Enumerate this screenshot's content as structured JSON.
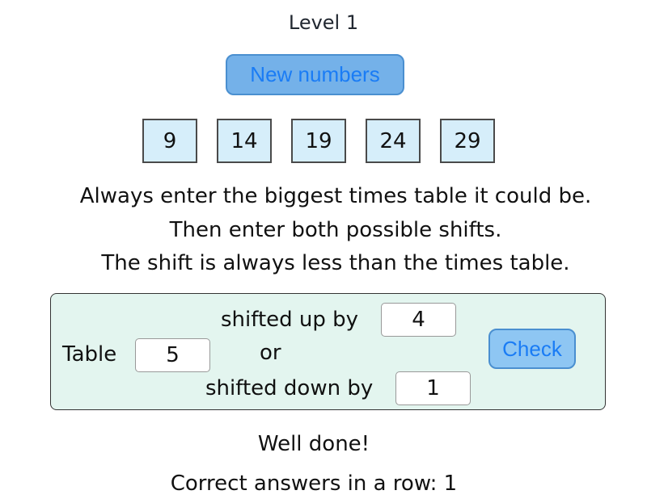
{
  "header": {
    "level": "Level 1"
  },
  "new_numbers_button": "New numbers",
  "sequence": [
    "9",
    "14",
    "19",
    "24",
    "29"
  ],
  "instructions": [
    "Always enter the biggest times table it could be.",
    "Then enter both possible shifts.",
    "The shift is always less than the times table."
  ],
  "answer_panel": {
    "table_label": "Table",
    "table_value": "5",
    "shifted_up_label": "shifted up by",
    "shifted_up_value": "4",
    "or_label": "or",
    "shifted_down_label": "shifted down by",
    "shifted_down_value": "1",
    "check_button": "Check"
  },
  "feedback": {
    "message": "Well done!",
    "streak": "Correct answers in a row: 1"
  },
  "colors": {
    "button_bg": "#74b1e9",
    "button_text": "#1a7cf5",
    "number_box_bg": "#d6eefa",
    "panel_bg": "#e3f5ef"
  }
}
